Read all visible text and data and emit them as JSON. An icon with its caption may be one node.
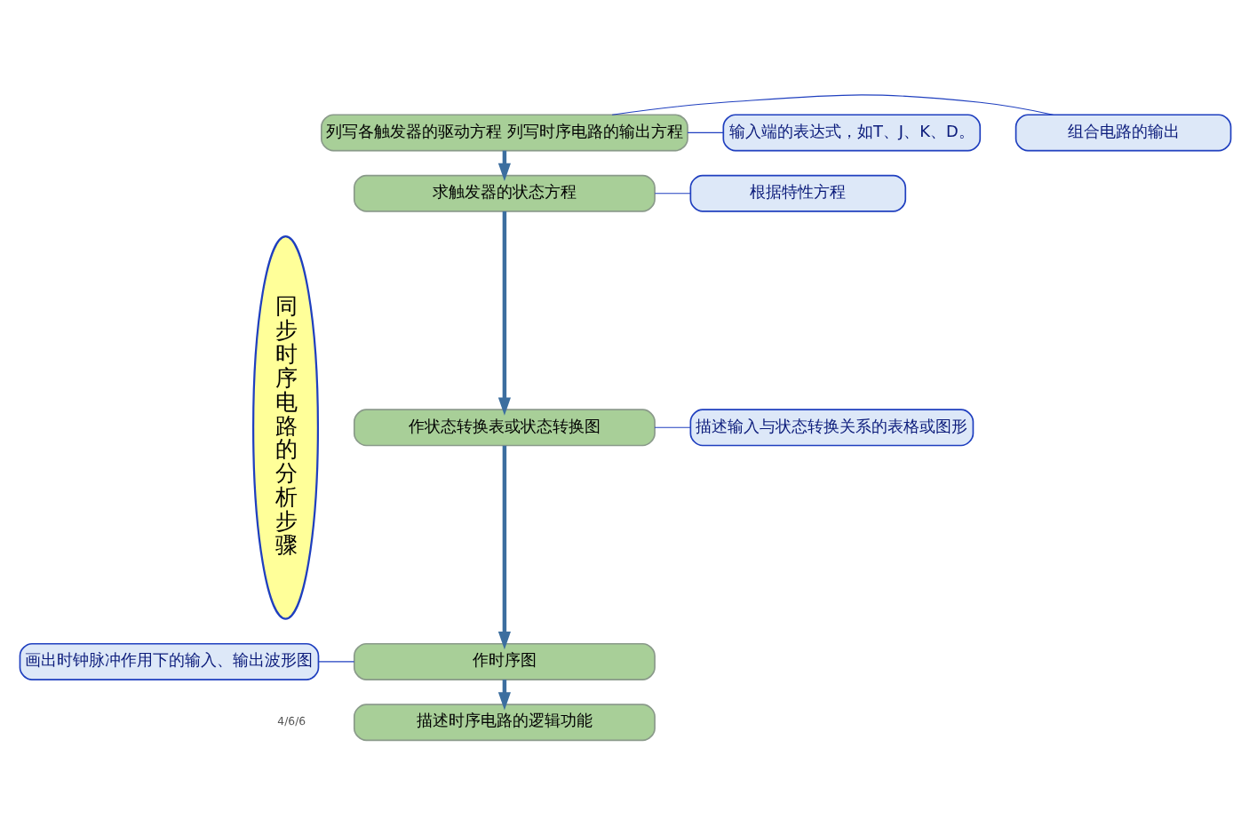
{
  "diagram": {
    "nodes": [
      {
        "text": [
          "同步时序电路的分析步骤"
        ]
      },
      {
        "text": [
          "列写各触发器的驱动方程 列写时序电路的输出方程"
        ]
      },
      {
        "text": [
          "求触发器的状态方程"
        ]
      },
      {
        "text": [
          "作状态转换表或状态转换图"
        ]
      },
      {
        "text": [
          "作时序图"
        ]
      },
      {
        "text": [
          "描述时序电路的逻辑功能"
        ]
      },
      {
        "text": [
          "输入端的表达式，如T、J、K、D。"
        ]
      },
      {
        "text": [
          "组合电路的输出"
        ]
      },
      {
        "text": [
          "根据特性方程"
        ]
      },
      {
        "text": [
          "描述输入与状态转换关系的表格或图形"
        ]
      },
      {
        "text": [
          "画出时钟脉冲作用下的输入、输出波形图"
        ]
      }
    ],
    "edges": [
      {
        "from": 1,
        "to": 2,
        "arrow": "to",
        "style": "thick",
        "color": "#3c6e9f"
      },
      {
        "from": 2,
        "to": 3,
        "arrow": "to",
        "style": "thick",
        "color": "#3c6e9f"
      },
      {
        "from": 3,
        "to": 4,
        "arrow": "to",
        "style": "thick",
        "color": "#3c6e9f"
      },
      {
        "from": 4,
        "to": 5,
        "arrow": "to",
        "style": "thick",
        "color": "#3c6e9f"
      },
      {
        "from": 6,
        "to": 1,
        "arrow": "none"
      },
      {
        "from": 7,
        "to": 1,
        "arrow": "none"
      },
      {
        "from": 8,
        "to": 2,
        "arrow": "none"
      },
      {
        "from": 9,
        "to": 3,
        "arrow": "none"
      },
      {
        "from": 10,
        "to": 4,
        "arrow": "none"
      }
    ],
    "labels": [
      "4/6/6"
    ]
  }
}
